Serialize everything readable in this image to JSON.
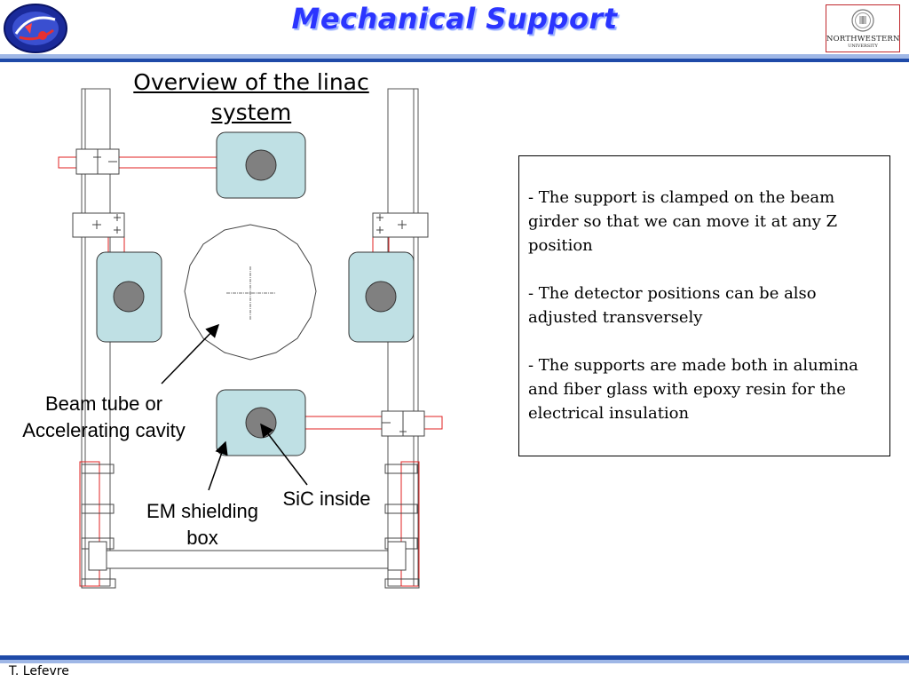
{
  "slide": {
    "title": "Mechanical Support",
    "subtitle": "Overview of the linac system",
    "footer": "T. Lefevre"
  },
  "logos": {
    "left_icon": "ctf3-logo-icon",
    "right_text": "NORTHWESTERN",
    "right_subtext": "UNIVERSITY"
  },
  "textbox": {
    "paragraphs": [
      "- The support is clamped on the beam girder so that we can move it at any Z position",
      "- The detector positions can be also adjusted transversely",
      "-  The supports are made both in alumina and fiber glass with epoxy resin for the electrical insulation"
    ]
  },
  "diagram": {
    "labels": {
      "beam_tube_line1": "Beam tube or",
      "beam_tube_line2": "Accelerating cavity",
      "em_shielding_line1": "EM shielding",
      "em_shielding_line2": "box",
      "sic_inside": "SiC inside"
    }
  },
  "colors": {
    "title": "#2b35ff",
    "band": "#1f4aa8",
    "box_fill": "#bfe0e4",
    "core_fill": "#808080",
    "red_outline": "#e02020"
  }
}
